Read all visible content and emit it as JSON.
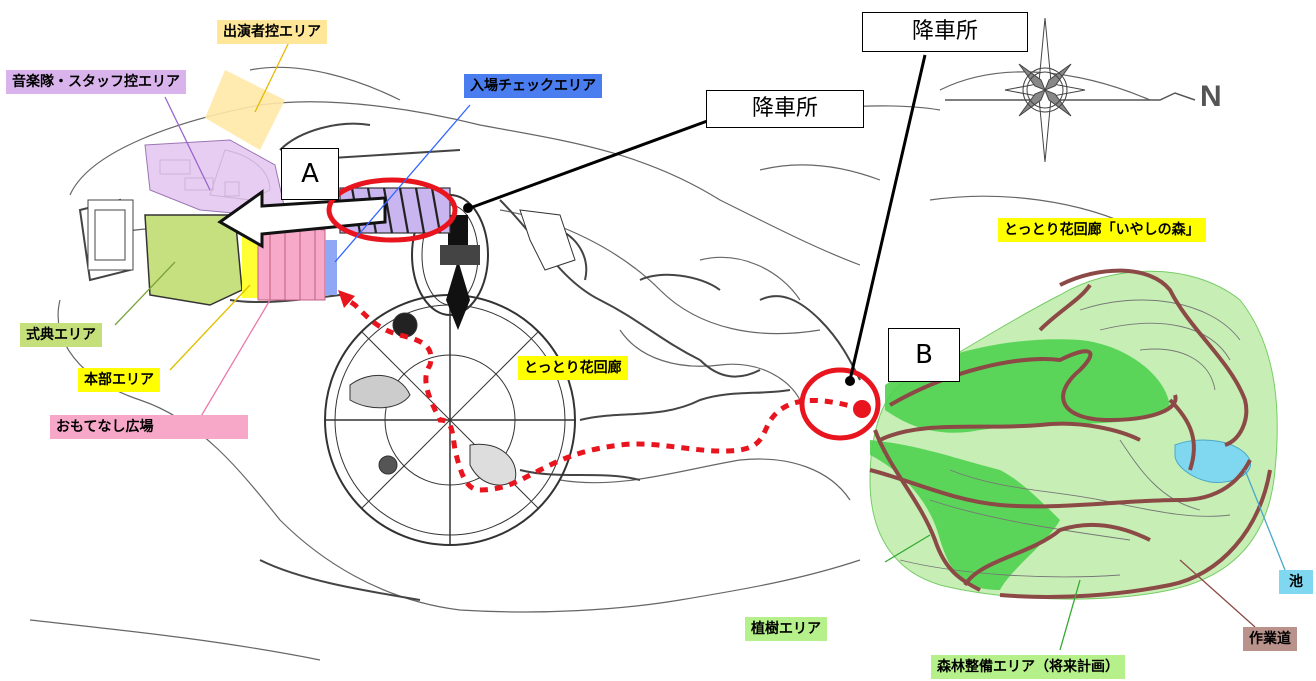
{
  "labels": {
    "performer_area": "出演者控エリア",
    "band_staff_area": "音楽隊・スタッフ控エリア",
    "entry_check_area": "入場チェックエリア",
    "ceremony_area": "式典エリア",
    "hq_area": "本部エリア",
    "hospitality_plaza": "おもてなし広場",
    "flower_corridor": "とっとり花回廊",
    "healing_forest": "とっとり花回廊「いやしの森」",
    "planting_area": "植樹エリア",
    "forest_maintenance_area": "森林整備エリア（将来計画）",
    "pond": "池",
    "work_road": "作業道"
  },
  "dropoff": {
    "label_a": "降車所",
    "label_b": "降車所"
  },
  "markers": {
    "a": "A",
    "b": "B"
  },
  "compass": {
    "north": "N"
  },
  "colors": {
    "performer": "#ffe699",
    "band_staff": "#d9b3ec",
    "entry_check": "#4a7ef0",
    "ceremony": "#c5e07a",
    "hq": "#ffff00",
    "hospitality": "#f7a8c8",
    "flower_corridor": "#ffff00",
    "healing_forest": "#ffff00",
    "planting": "#b5f08a",
    "forest_maintenance": "#b5f08a",
    "pond": "#7fd8f0",
    "work_road": "#b9928c",
    "route_red": "#e8141e",
    "work_road_line": "#8b4a46",
    "forest_fill": "#5fd85f"
  }
}
